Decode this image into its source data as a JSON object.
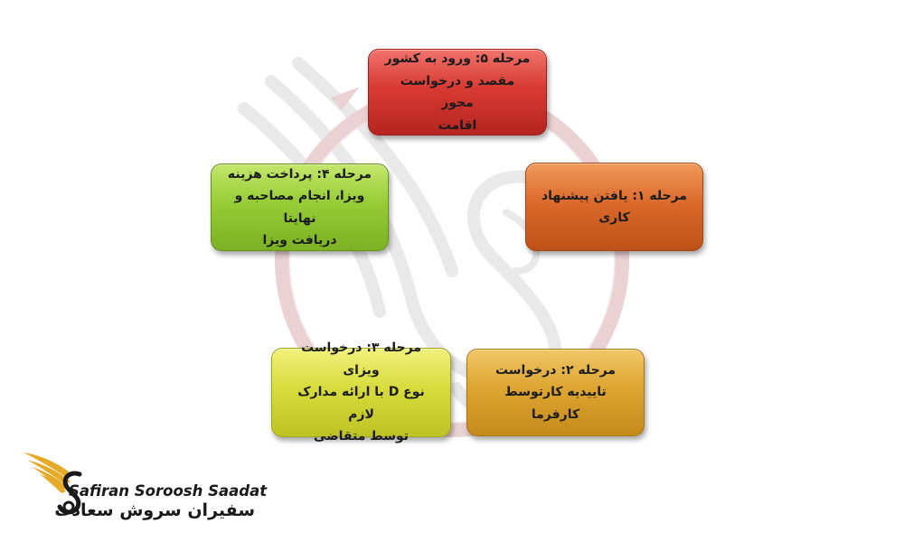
{
  "diagram": {
    "type": "cycle",
    "colors": {
      "ring": "#ead2d3",
      "watermark": "#e8e8e8",
      "stage_5": "#d83a33",
      "stage_1": "#db6a2b",
      "stage_2": "#dea531",
      "stage_3": "#d7dc3c",
      "stage_4": "#97cc36"
    },
    "stages": {
      "stage_5": {
        "line1": "مرحله ۵: ورود به کشور",
        "line2": "مقصد و درخواست مجوز",
        "line3": "اقامت"
      },
      "stage_1": {
        "line1": "مرحله ۱: یافتن پیشنهاد",
        "line2": "کاری"
      },
      "stage_2": {
        "line1": "مرحله ۲: درخواست",
        "line2": "تاییدیه کارتوسط کارفرما"
      },
      "stage_3": {
        "line1": "مرحله ۳: درخواست ویزای",
        "line2": "نوع D با ارائه مدارک لازم",
        "line3": "توسط متقاضی"
      },
      "stage_4": {
        "line1": "مرحله ۴: پرداخت هزینه",
        "line2": "ویزا، انجام مصاحبه و نهایتا",
        "line3": "دریافت ویزا"
      }
    }
  },
  "brand": {
    "name_en": "Safiran Soroosh Saadat",
    "name_fa": "سفیران سروش سعادت",
    "logo_icon": "wing-s-logo-icon",
    "gold": "#e7a928",
    "dark": "#1a1a1a"
  }
}
